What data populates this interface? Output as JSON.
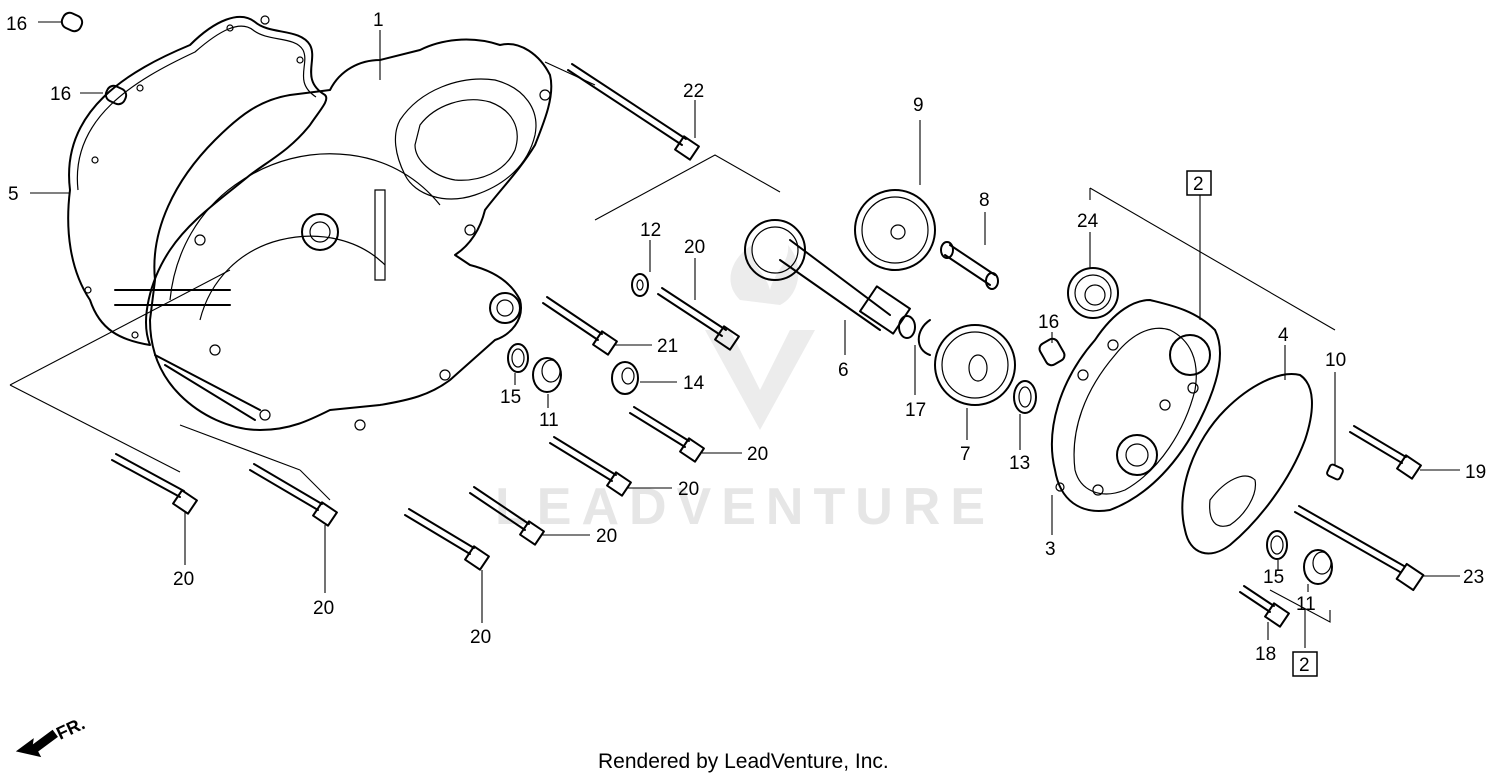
{
  "watermark": {
    "text": "LEADVENTURE"
  },
  "footer": {
    "text": "Rendered by LeadVenture, Inc."
  },
  "orientation": {
    "label": "FR."
  },
  "callouts": [
    {
      "id": "c1",
      "label": "1"
    },
    {
      "id": "c16a",
      "label": "16"
    },
    {
      "id": "c16b",
      "label": "16"
    },
    {
      "id": "c5",
      "label": "5"
    },
    {
      "id": "c22",
      "label": "22"
    },
    {
      "id": "c12",
      "label": "12"
    },
    {
      "id": "c20a",
      "label": "20"
    },
    {
      "id": "c21",
      "label": "21"
    },
    {
      "id": "c15a",
      "label": "15"
    },
    {
      "id": "c11a",
      "label": "11"
    },
    {
      "id": "c14",
      "label": "14"
    },
    {
      "id": "c20b",
      "label": "20"
    },
    {
      "id": "c20c",
      "label": "20"
    },
    {
      "id": "c20d",
      "label": "20"
    },
    {
      "id": "c20e",
      "label": "20"
    },
    {
      "id": "c20f",
      "label": "20"
    },
    {
      "id": "c20g",
      "label": "20"
    },
    {
      "id": "c9",
      "label": "9"
    },
    {
      "id": "c6",
      "label": "6"
    },
    {
      "id": "c8",
      "label": "8"
    },
    {
      "id": "c17",
      "label": "17"
    },
    {
      "id": "c7",
      "label": "7"
    },
    {
      "id": "c24",
      "label": "24"
    },
    {
      "id": "c16c",
      "label": "16"
    },
    {
      "id": "c13",
      "label": "13"
    },
    {
      "id": "c2a",
      "label": "2"
    },
    {
      "id": "c3",
      "label": "3"
    },
    {
      "id": "c4",
      "label": "4"
    },
    {
      "id": "c10",
      "label": "10"
    },
    {
      "id": "c19",
      "label": "19"
    },
    {
      "id": "c23",
      "label": "23"
    },
    {
      "id": "c15b",
      "label": "15"
    },
    {
      "id": "c11b",
      "label": "11"
    },
    {
      "id": "c18",
      "label": "18"
    },
    {
      "id": "c2b",
      "label": "2"
    }
  ]
}
